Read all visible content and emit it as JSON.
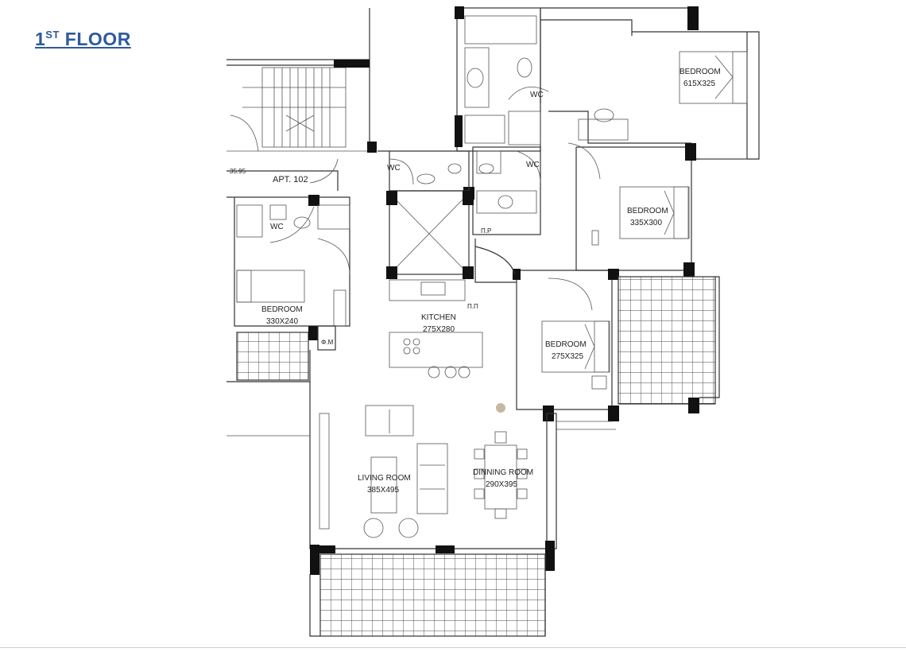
{
  "header": {
    "title_prefix": "1",
    "title_sup": "ST",
    "title_rest": " FLOOR"
  },
  "apartment": {
    "name": "APT. 102",
    "level": "35.95"
  },
  "rooms": {
    "bedroom_master": {
      "name": "BEDROOM",
      "size": "615X325"
    },
    "bedroom_right": {
      "name": "BEDROOM",
      "size": "335X300"
    },
    "bedroom_middle": {
      "name": "BEDROOM",
      "size": "275X325"
    },
    "bedroom_left": {
      "name": "BEDROOM",
      "size": "330X240"
    },
    "kitchen": {
      "name": "KITCHEN",
      "size": "275X280"
    },
    "living": {
      "name": "LIVING ROOM",
      "size": "385X495"
    },
    "dining": {
      "name": "DINNING ROOM",
      "size": "290X395"
    }
  },
  "labels": {
    "wc": "WC",
    "pr": "Π.Ρ",
    "pl": "Π.Π",
    "fm": "Φ.Μ"
  },
  "colors": {
    "title": "#2e5a9e",
    "walls": "#111111",
    "lines": "#333333"
  }
}
